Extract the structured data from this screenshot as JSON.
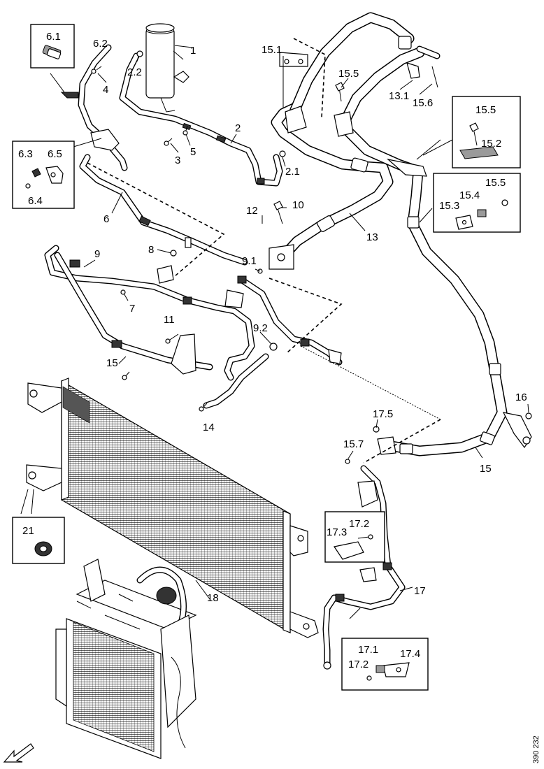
{
  "labels": {
    "l1": "1",
    "l2": "2",
    "l2_1": "2.1",
    "l2_2": "2.2",
    "l3": "3",
    "l4": "4",
    "l5": "5",
    "l6": "6",
    "l6_1": "6.1",
    "l6_2": "6.2",
    "l6_3": "6.3",
    "l6_4": "6.4",
    "l6_5": "6.5",
    "l7": "7",
    "l8": "8",
    "l9": "9",
    "l9_1": "9.1",
    "l9_2": "9.2",
    "l10": "10",
    "l11": "11",
    "l12": "12",
    "l13": "13",
    "l13_1": "13.1",
    "l14": "14",
    "l15a": "15",
    "l15b": "15",
    "l15_1": "15.1",
    "l15_2": "15.2",
    "l15_3": "15.3",
    "l15_4": "15.4",
    "l15_5a": "15.5",
    "l15_5b": "15.5",
    "l15_5c": "15.5",
    "l15_6": "15.6",
    "l15_7": "15.7",
    "l16": "16",
    "l17": "17",
    "l17_1": "17.1",
    "l17_2a": "17.2",
    "l17_2b": "17.2",
    "l17_3": "17.3",
    "l17_4": "17.4",
    "l17_5": "17.5",
    "l18": "18",
    "l21": "21"
  },
  "drawing_ref": "390 232",
  "colors": {
    "line": "#000000",
    "background": "#ffffff"
  },
  "icons": {
    "orientation_arrow": "arrow-down-left-icon"
  }
}
